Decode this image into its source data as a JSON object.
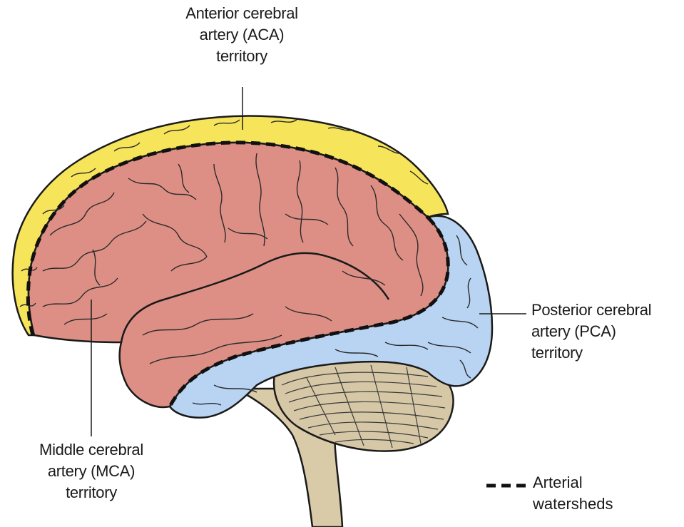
{
  "labels": {
    "aca": [
      "Anterior cerebral",
      "artery (ACA)",
      "territory"
    ],
    "pca": [
      "Posterior cerebral",
      "artery (PCA)",
      "territory"
    ],
    "mca": [
      "Middle cerebral",
      "artery (MCA)",
      "territory"
    ]
  },
  "legend": {
    "lines": [
      "Arterial",
      "watersheds"
    ],
    "symbol": "dashed-line"
  },
  "colors": {
    "aca": "#f6e45a",
    "mca": "#dd8f85",
    "pca": "#b9d4f2",
    "brainstem": "#d9caa8",
    "cerebellum": "#d6c8a6",
    "outline": "#1a1a1a"
  }
}
